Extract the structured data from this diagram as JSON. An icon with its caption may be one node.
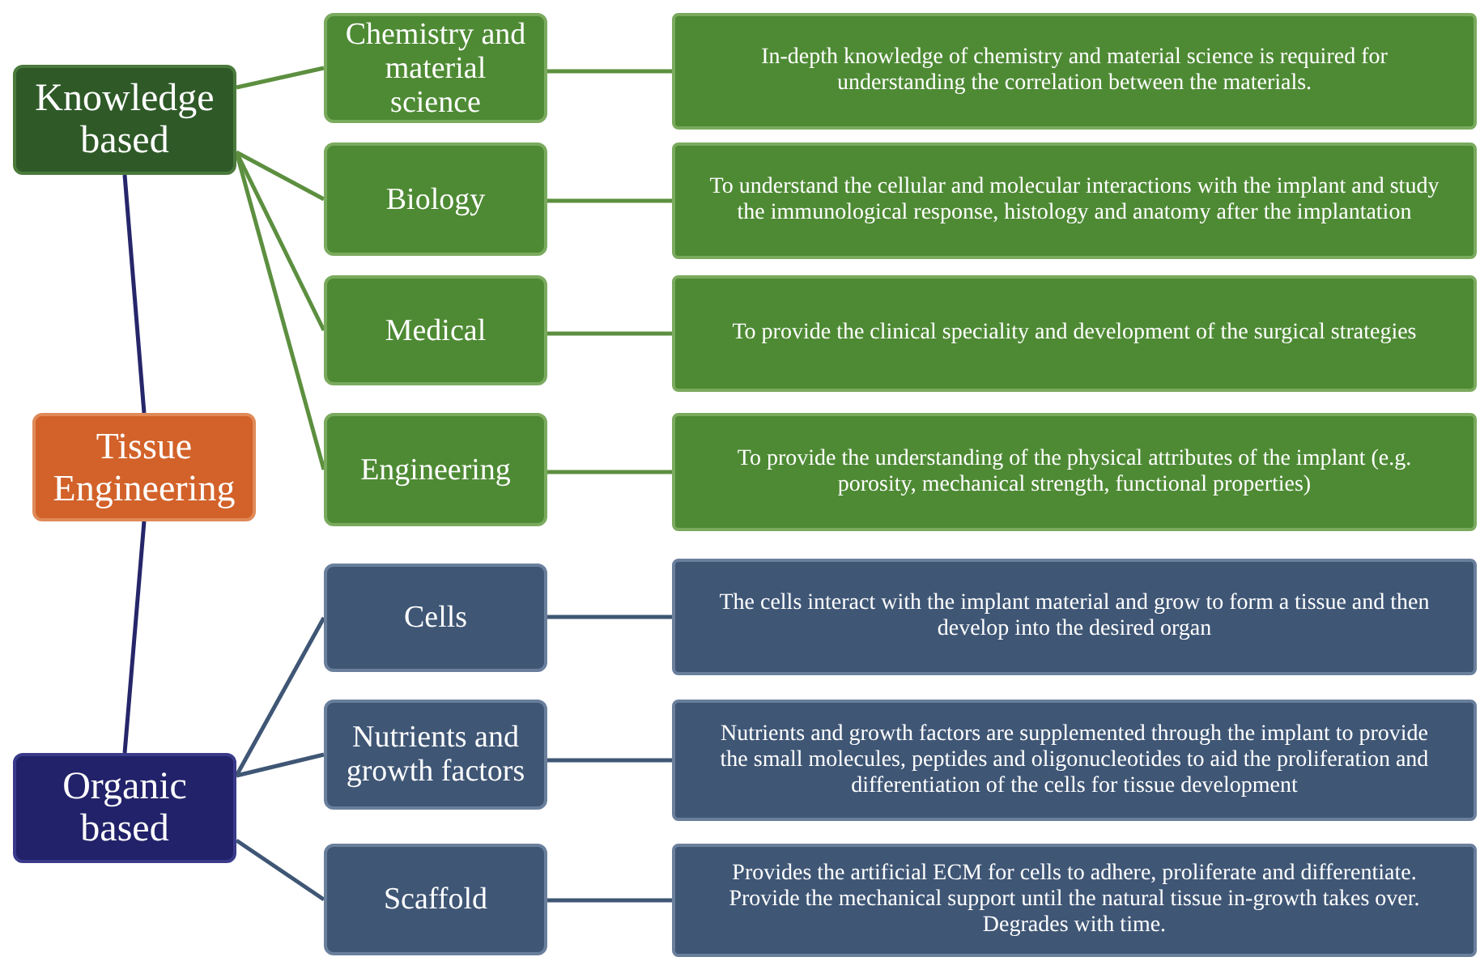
{
  "diagram": {
    "nodes": [
      {
        "text": [
          "Knowledge based"
        ]
      },
      {
        "text": [
          "Tissue Engineering"
        ]
      },
      {
        "text": [
          "Organic based"
        ]
      },
      {
        "text": [
          "Chemistry and material science"
        ]
      },
      {
        "text": [
          "Biology"
        ]
      },
      {
        "text": [
          "Medical"
        ]
      },
      {
        "text": [
          "Engineering"
        ]
      },
      {
        "text": [
          "Cells"
        ]
      },
      {
        "text": [
          "Nutrients and growth factors"
        ]
      },
      {
        "text": [
          "Scaffold"
        ]
      },
      {
        "text": [
          "In-depth knowledge of chemistry and material science is required for understanding the correlation between the materials."
        ]
      },
      {
        "text": [
          "To understand the cellular and molecular interactions with the implant and study the immunological response, histology and anatomy after the implantation"
        ]
      },
      {
        "text": [
          "To provide the clinical speciality and development of the surgical strategies"
        ]
      },
      {
        "text": [
          "To provide the understanding of the physical attributes of the implant (e.g. porosity, mechanical strength, functional properties)"
        ]
      },
      {
        "text": [
          "The cells interact with the implant material and grow to form a tissue and then develop into the desired organ"
        ]
      },
      {
        "text": [
          "Nutrients and growth factors are supplemented through the implant to provide the small molecules, peptides and oligonucleotides to aid the proliferation and differentiation of the cells for tissue development"
        ]
      },
      {
        "text": [
          "Provides the artificial ECM for cells to adhere, proliferate and differentiate. Provide the mechanical support until the natural tissue in-growth takes over. Degrades with time."
        ]
      }
    ],
    "edges": [
      {
        "from": 0,
        "to": 1,
        "arrow": "none",
        "color": "#26266a"
      },
      {
        "from": 1,
        "to": 2,
        "arrow": "none",
        "color": "#26266a"
      },
      {
        "from": 0,
        "to": 3,
        "arrow": "none"
      },
      {
        "from": 0,
        "to": 4,
        "arrow": "none"
      },
      {
        "from": 0,
        "to": 5,
        "arrow": "none"
      },
      {
        "from": 0,
        "to": 6,
        "arrow": "none"
      },
      {
        "from": 3,
        "to": 10,
        "arrow": "none"
      },
      {
        "from": 4,
        "to": 11,
        "arrow": "none"
      },
      {
        "from": 5,
        "to": 12,
        "arrow": "none"
      },
      {
        "from": 6,
        "to": 13,
        "arrow": "none"
      },
      {
        "from": 2,
        "to": 7,
        "arrow": "none",
        "color": "#3f5675"
      },
      {
        "from": 2,
        "to": 8,
        "arrow": "none",
        "color": "#3f5675"
      },
      {
        "from": 2,
        "to": 9,
        "arrow": "none",
        "color": "#3f5675"
      },
      {
        "from": 7,
        "to": 14,
        "arrow": "none",
        "color": "#3f5675"
      },
      {
        "from": 8,
        "to": 15,
        "arrow": "none",
        "color": "#3f5675"
      },
      {
        "from": 9,
        "to": 16,
        "arrow": "none",
        "color": "#3f5675"
      }
    ]
  }
}
